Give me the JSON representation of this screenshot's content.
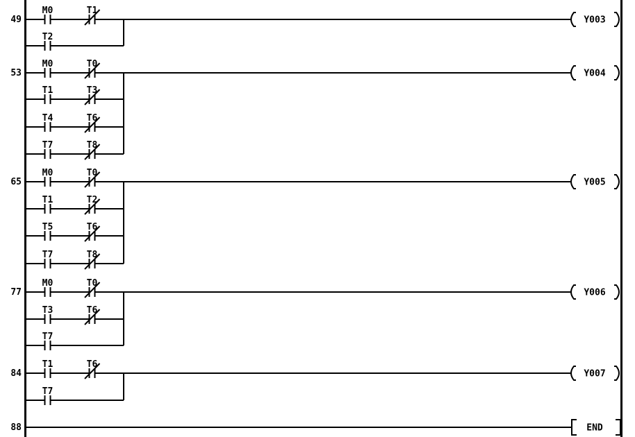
{
  "diagram": {
    "type": "plc-ladder-logic",
    "colors": {
      "background": "#ffffff",
      "line": "#000000",
      "text": "#000000"
    },
    "rungs": [
      {
        "step": "49",
        "branches": [
          [
            {
              "label": "M0",
              "type": "no"
            },
            {
              "label": "T1",
              "type": "nc"
            }
          ],
          [
            {
              "label": "T2",
              "type": "no"
            }
          ]
        ],
        "output": {
          "type": "coil",
          "label": "Y003"
        }
      },
      {
        "step": "53",
        "branches": [
          [
            {
              "label": "M0",
              "type": "no"
            },
            {
              "label": "T0",
              "type": "nc"
            }
          ],
          [
            {
              "label": "T1",
              "type": "no"
            },
            {
              "label": "T3",
              "type": "nc"
            }
          ],
          [
            {
              "label": "T4",
              "type": "no"
            },
            {
              "label": "T6",
              "type": "nc"
            }
          ],
          [
            {
              "label": "T7",
              "type": "no"
            },
            {
              "label": "T8",
              "type": "nc"
            }
          ]
        ],
        "output": {
          "type": "coil",
          "label": "Y004"
        }
      },
      {
        "step": "65",
        "branches": [
          [
            {
              "label": "M0",
              "type": "no"
            },
            {
              "label": "T0",
              "type": "nc"
            }
          ],
          [
            {
              "label": "T1",
              "type": "no"
            },
            {
              "label": "T2",
              "type": "nc"
            }
          ],
          [
            {
              "label": "T5",
              "type": "no"
            },
            {
              "label": "T6",
              "type": "nc"
            }
          ],
          [
            {
              "label": "T7",
              "type": "no"
            },
            {
              "label": "T8",
              "type": "nc"
            }
          ]
        ],
        "output": {
          "type": "coil",
          "label": "Y005"
        }
      },
      {
        "step": "77",
        "branches": [
          [
            {
              "label": "M0",
              "type": "no"
            },
            {
              "label": "T0",
              "type": "nc"
            }
          ],
          [
            {
              "label": "T3",
              "type": "no"
            },
            {
              "label": "T6",
              "type": "nc"
            }
          ],
          [
            {
              "label": "T7",
              "type": "no"
            }
          ]
        ],
        "output": {
          "type": "coil",
          "label": "Y006"
        }
      },
      {
        "step": "84",
        "branches": [
          [
            {
              "label": "T1",
              "type": "no"
            },
            {
              "label": "T6",
              "type": "nc"
            }
          ],
          [
            {
              "label": "T7",
              "type": "no"
            }
          ]
        ],
        "output": {
          "type": "coil",
          "label": "Y007"
        }
      },
      {
        "step": "88",
        "branches": [
          []
        ],
        "output": {
          "type": "instruction",
          "label": "END"
        }
      }
    ]
  }
}
